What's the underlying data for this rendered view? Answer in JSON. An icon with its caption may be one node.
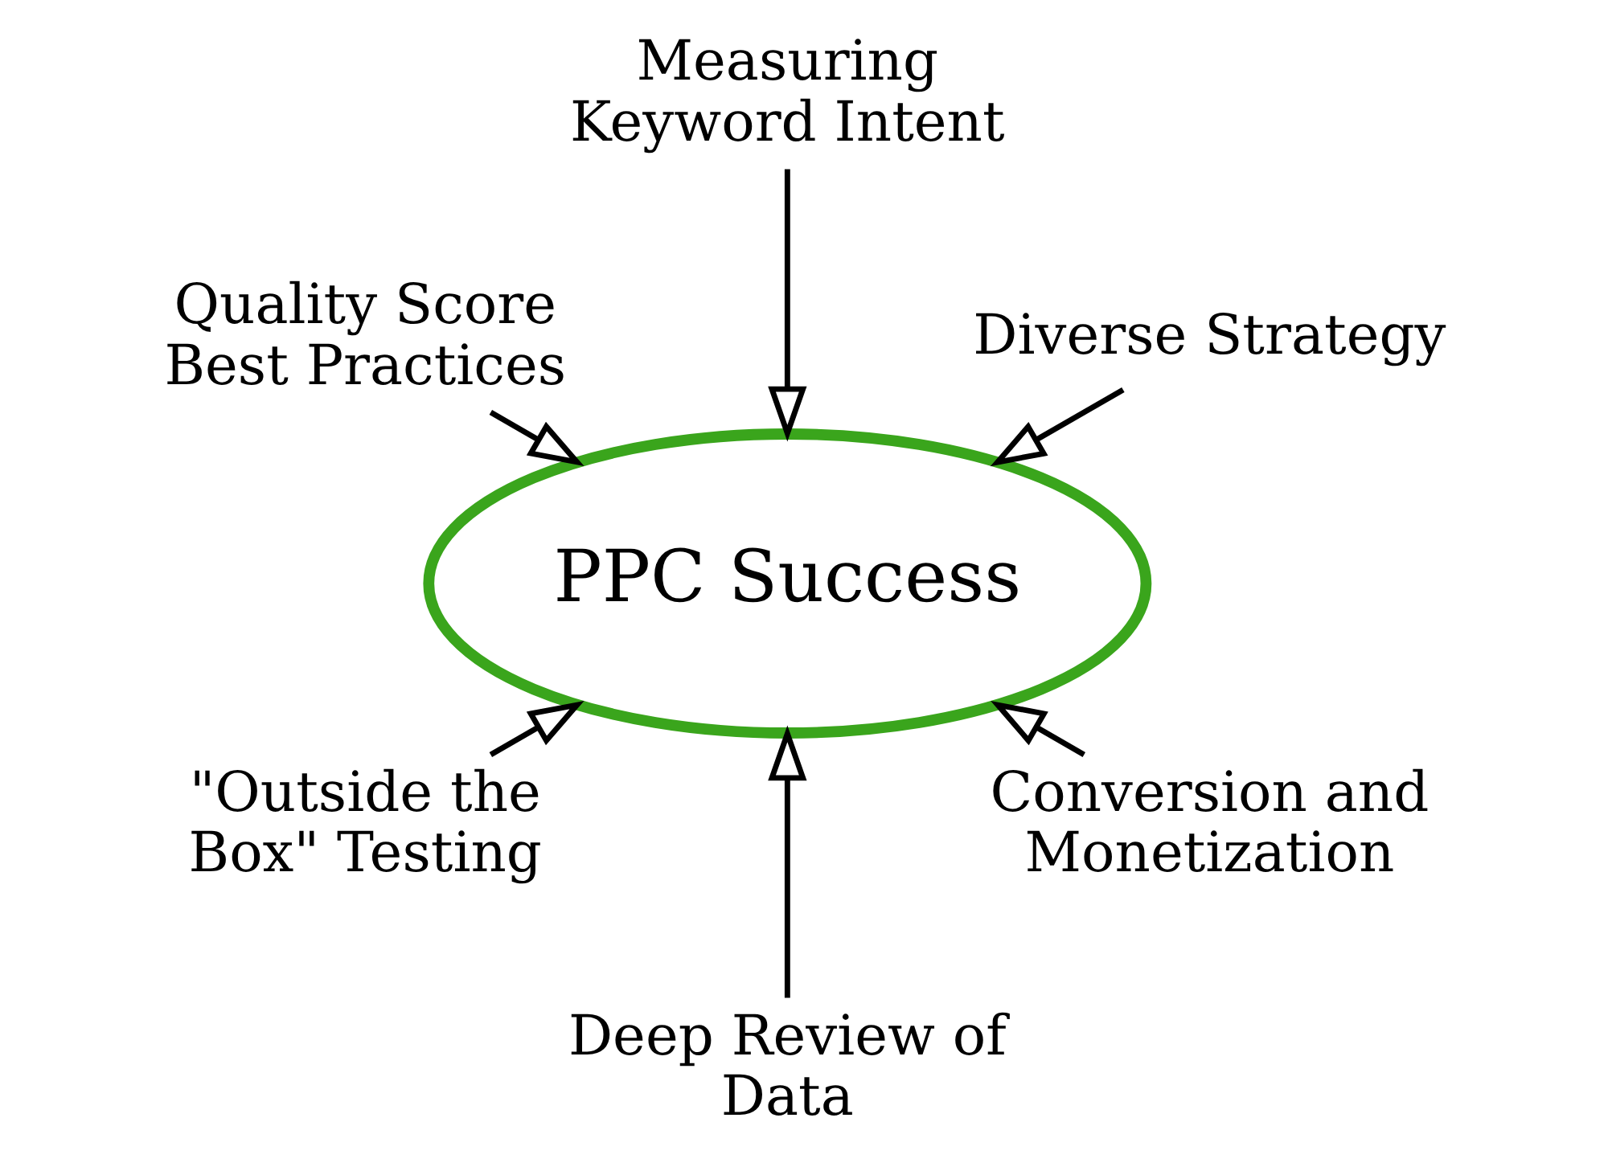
{
  "diagram": {
    "nodes": [
      {
        "text": [
          "PPC Success"
        ]
      },
      {
        "text": [
          "Diverse Strategy"
        ]
      },
      {
        "text": [
          "Measuring Keyword Intent"
        ]
      },
      {
        "text": [
          "Quality Score Best Practices"
        ]
      },
      {
        "text": [
          "\"Outside the Box\" Testing"
        ]
      },
      {
        "text": [
          "Deep Review of Data"
        ]
      },
      {
        "text": [
          "Conversion and Monetization"
        ]
      }
    ],
    "edges": [
      {
        "from": 1,
        "to": 0,
        "arrow": "to"
      },
      {
        "from": 2,
        "to": 0,
        "arrow": "to"
      },
      {
        "from": 3,
        "to": 0,
        "arrow": "to"
      },
      {
        "from": 4,
        "to": 0,
        "arrow": "to"
      },
      {
        "from": 5,
        "to": 0,
        "arrow": "to"
      },
      {
        "from": 6,
        "to": 0,
        "arrow": "to"
      }
    ]
  }
}
